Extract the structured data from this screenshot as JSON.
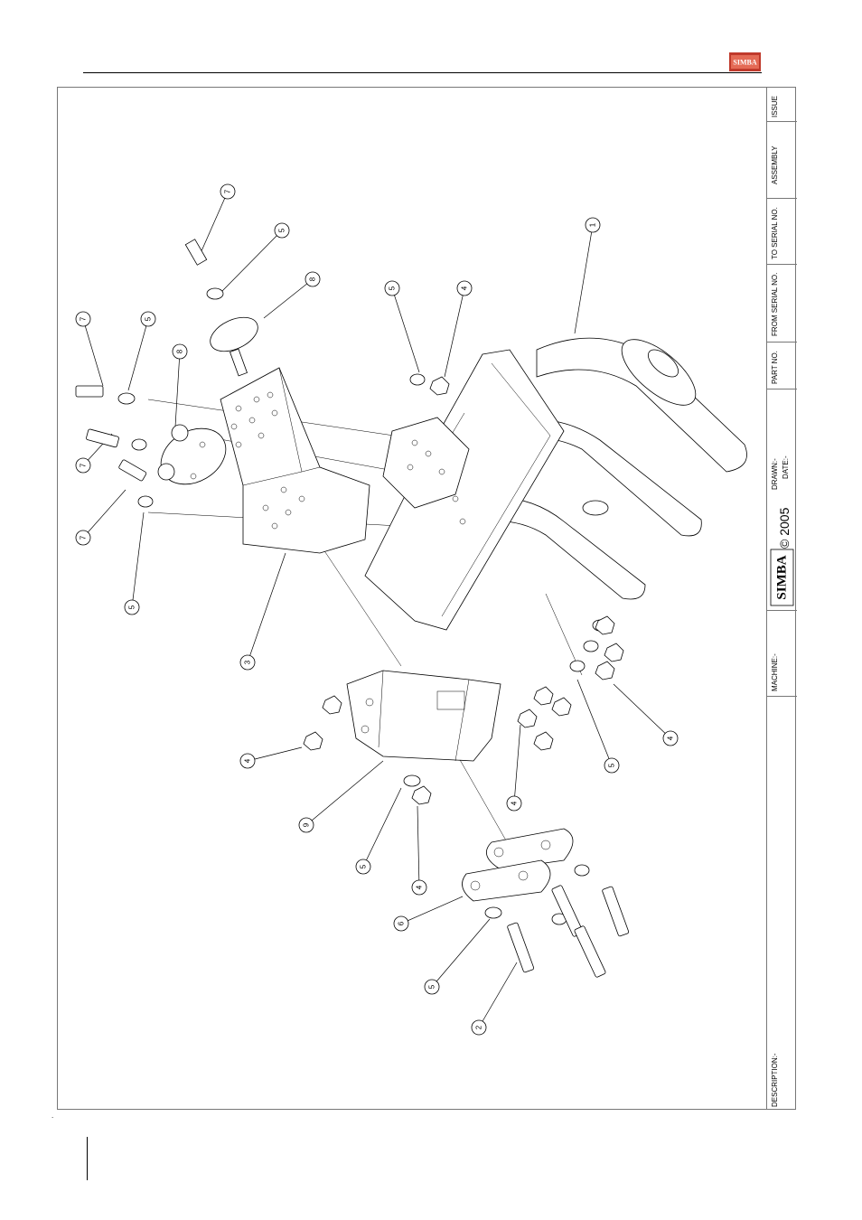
{
  "header": {
    "logo_text": "SIMBA",
    "brand_color": "#c0392b"
  },
  "title_block": {
    "issue_label": "ISSUE",
    "assembly_label": "ASSEMBLY",
    "to_serial_label": "TO SERIAL NO.",
    "from_serial_label": "FROM SERIAL NO.",
    "part_no_label": "PART NO.",
    "drawn_label": "DRAWN:-",
    "date_label": "DATE:-",
    "copyright_text": "© 2005",
    "simba_logo_text": "SIMBA",
    "machine_label": "MACHINE:-",
    "description_label": "DESCRIPTION:-"
  },
  "callouts": [
    "7",
    "5",
    "8",
    "5",
    "4",
    "1",
    "7",
    "5",
    "8",
    "7",
    "7",
    "5",
    "3",
    "4",
    "9",
    "5",
    "4",
    "4",
    "5",
    "4",
    "6",
    "5",
    "2"
  ],
  "footer": {
    "mark": "."
  }
}
